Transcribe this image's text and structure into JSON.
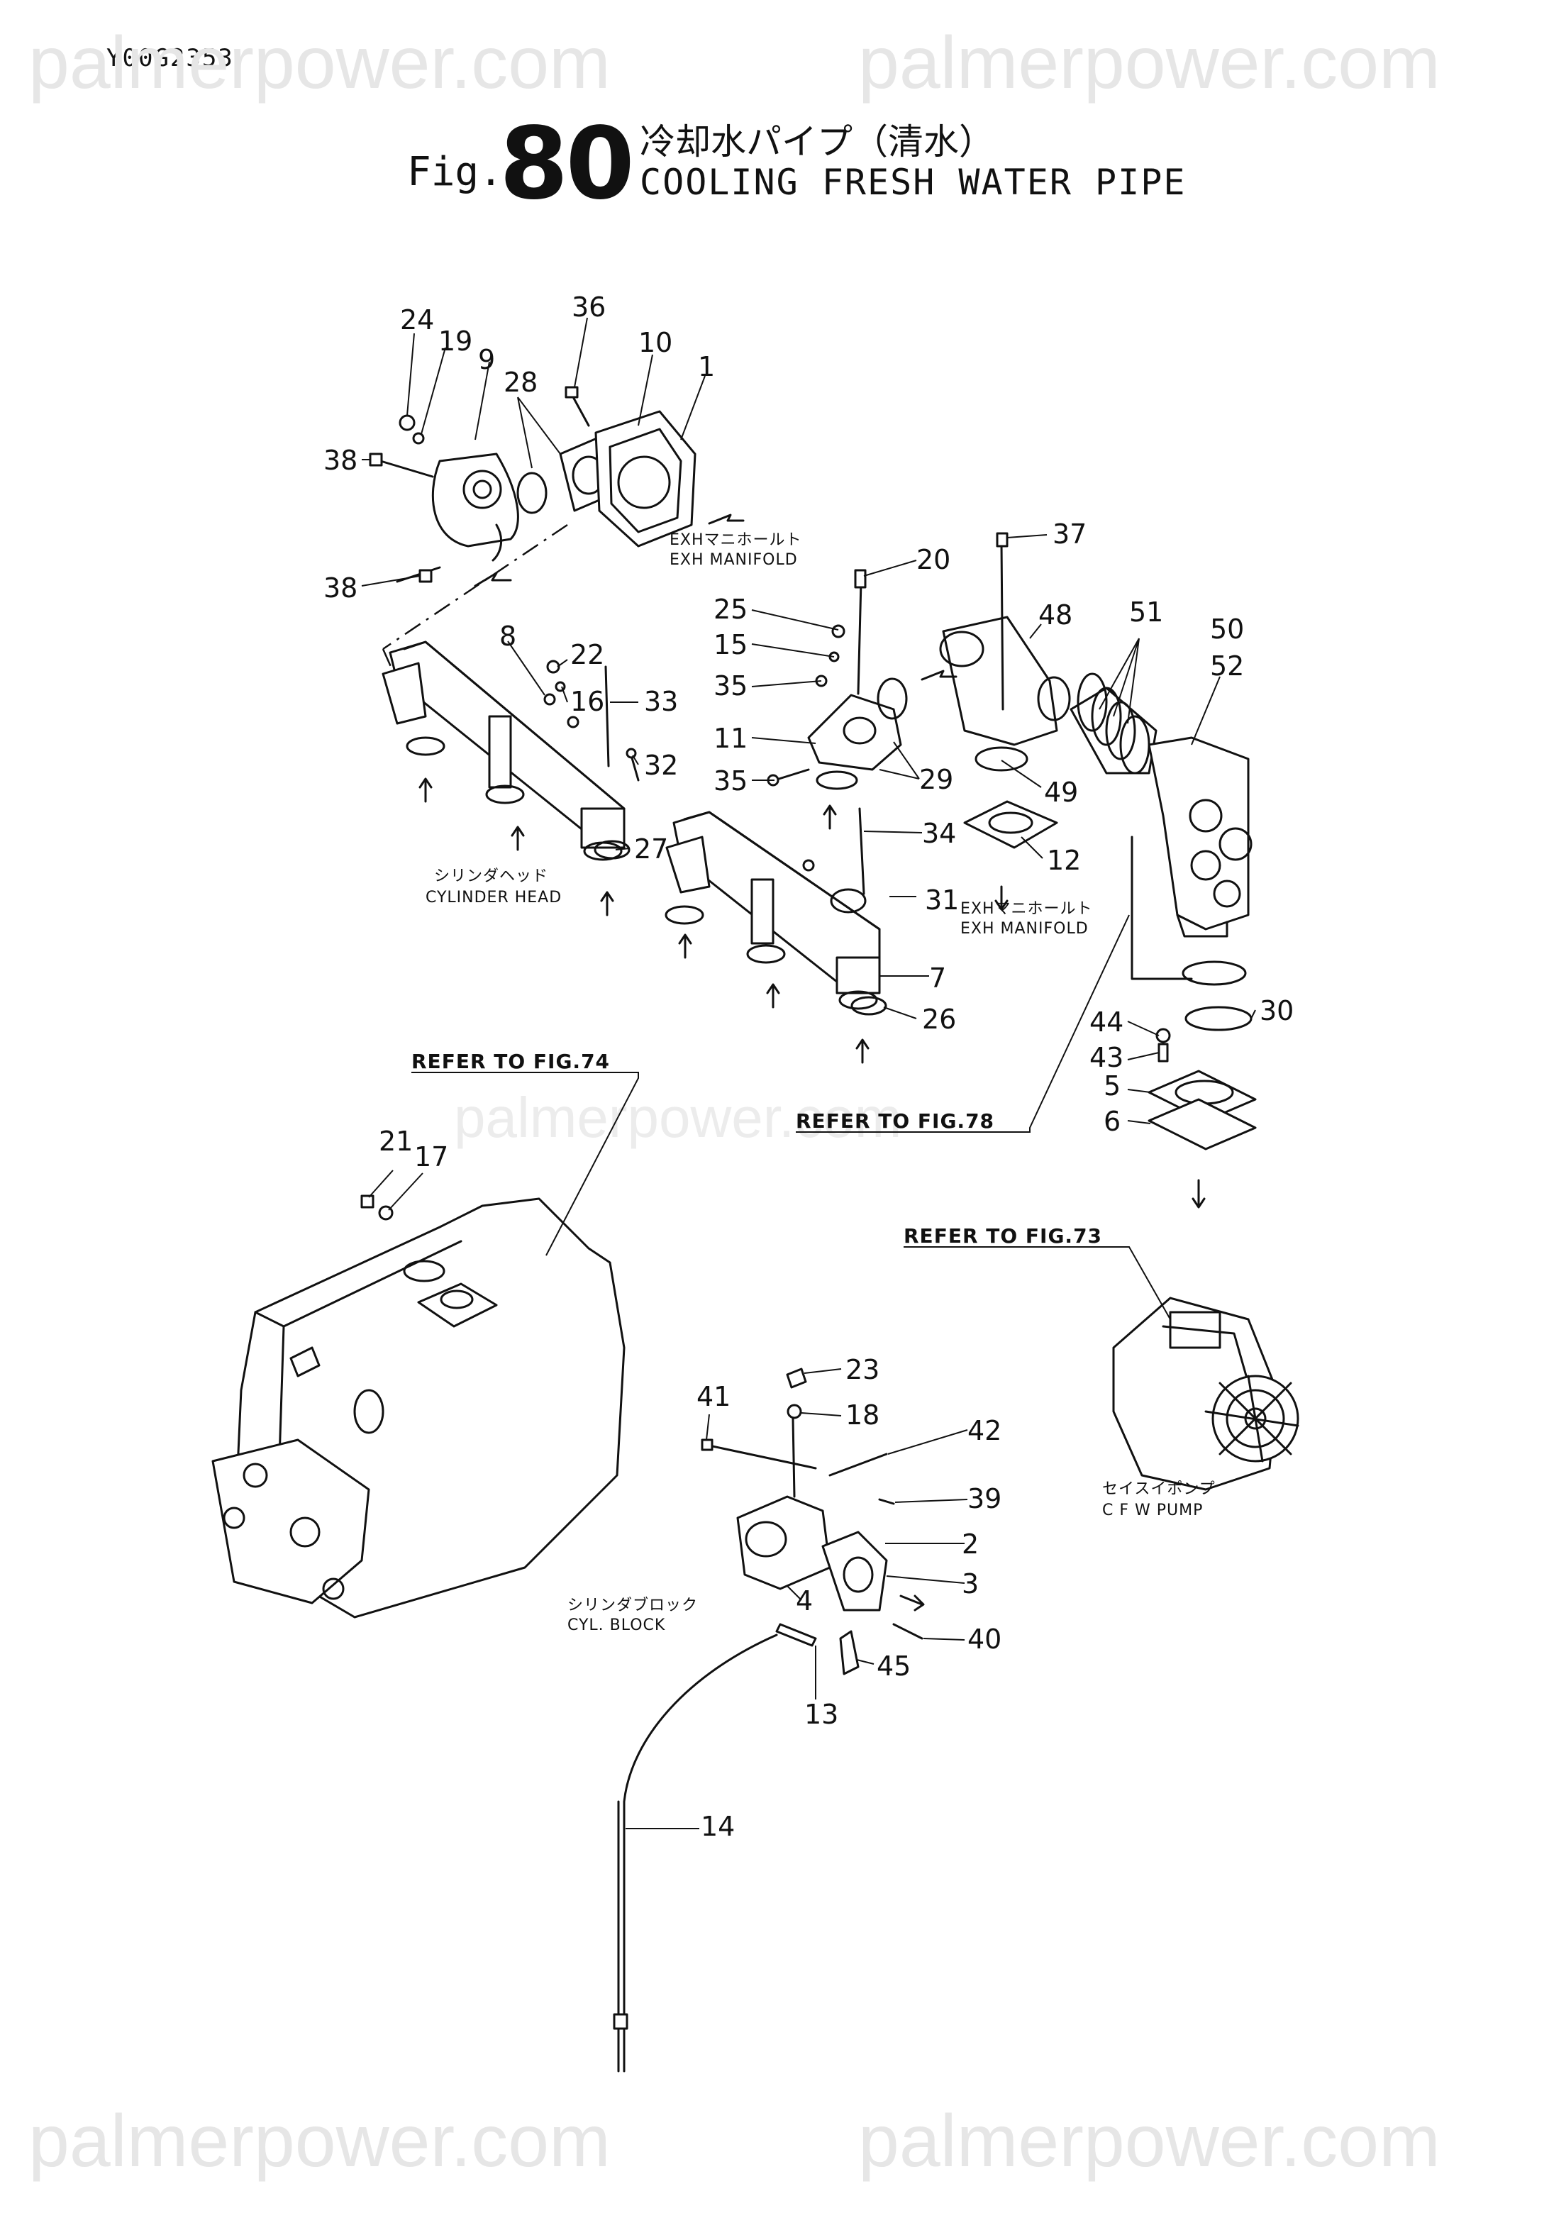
{
  "document_code": "Y00G2353",
  "watermarks": [
    "palmerpower.com",
    "palmerpower.com",
    "palmerpower.com",
    "palmerpower.com",
    "palmerpower.com"
  ],
  "figure": {
    "prefix": "Fig.",
    "number": "80",
    "title_jp": "冷却水パイプ（清水）",
    "title_en": "COOLING FRESH WATER PIPE"
  },
  "annotations": {
    "exh_manifold_1_jp": "EXHマニホールト",
    "exh_manifold_1_en": "EXH MANIFOLD",
    "exh_manifold_2_jp": "EXHマニホールト",
    "exh_manifold_2_en": "EXH MANIFOLD",
    "cylinder_head_jp": "シリンダヘッド",
    "cylinder_head_en": "CYLINDER HEAD",
    "cyl_block_jp": "シリンダブロック",
    "cyl_block_en": "CYL. BLOCK",
    "cfw_pump_jp": "セイスイポンプ",
    "cfw_pump_en": "C F W  PUMP"
  },
  "references": {
    "fig74": "REFER TO FIG.74",
    "fig78": "REFER TO FIG.78",
    "fig73": "REFER TO FIG.73"
  },
  "callouts": [
    "1",
    "2",
    "3",
    "4",
    "5",
    "6",
    "7",
    "8",
    "9",
    "10",
    "11",
    "12",
    "13",
    "14",
    "15",
    "16",
    "17",
    "18",
    "19",
    "20",
    "21",
    "22",
    "23",
    "24",
    "25",
    "26",
    "27",
    "28",
    "29",
    "30",
    "31",
    "32",
    "33",
    "34",
    "35",
    "35",
    "36",
    "37",
    "38",
    "38",
    "39",
    "40",
    "41",
    "42",
    "43",
    "44",
    "45",
    "48",
    "49",
    "50",
    "51",
    "52"
  ]
}
